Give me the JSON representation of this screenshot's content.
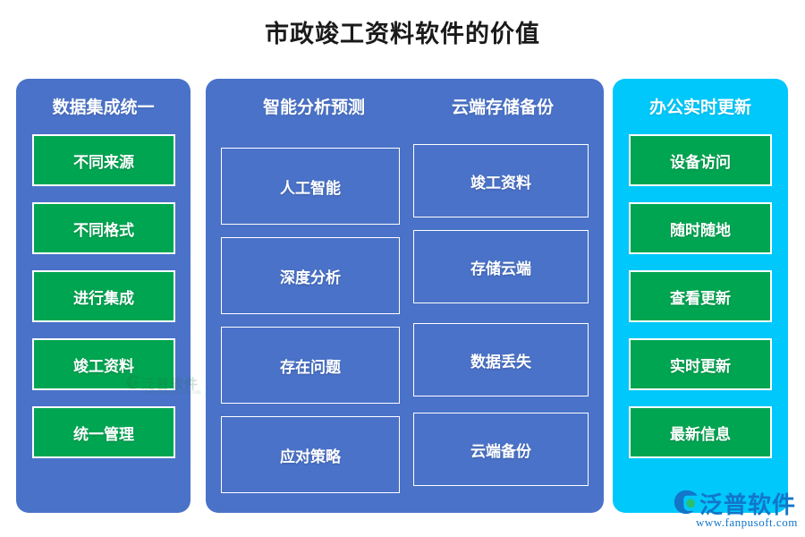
{
  "page": {
    "title": "市政竣工资料软件的价值",
    "background_color": "#ffffff",
    "title_color": "#1a1a1a"
  },
  "colors": {
    "panel_blue": "#4a72c8",
    "panel_cyan": "#00c8fa",
    "card_green": "#00a551",
    "card_border": "#ffffff",
    "text_white": "#ffffff"
  },
  "panels": [
    {
      "id": "data-integration",
      "header": "数据集成统一",
      "style": "blue",
      "columns": [
        {
          "header": "数据集成统一",
          "cards": [
            {
              "label": "不同来源"
            },
            {
              "label": "不同格式"
            },
            {
              "label": "进行集成"
            },
            {
              "label": "竣工资料"
            },
            {
              "label": "统一管理"
            }
          ]
        }
      ]
    },
    {
      "id": "analysis-and-cloud",
      "style": "blue",
      "columns": [
        {
          "header": "智能分析预测",
          "cards": [
            {
              "label": "人工智能"
            },
            {
              "label": "深度分析"
            },
            {
              "label": "存在问题"
            },
            {
              "label": "应对策略"
            }
          ]
        },
        {
          "header": "云端存储备份",
          "cards": [
            {
              "label": "竣工资料"
            },
            {
              "label": "存储云端"
            },
            {
              "label": "数据丢失"
            },
            {
              "label": "云端备份"
            }
          ]
        }
      ]
    },
    {
      "id": "realtime-update",
      "header": "办公实时更新",
      "style": "cyan",
      "columns": [
        {
          "header": "办公实时更新",
          "cards": [
            {
              "label": "设备访问"
            },
            {
              "label": "随时随地"
            },
            {
              "label": "查看更新"
            },
            {
              "label": "实时更新"
            },
            {
              "label": "最新信息"
            }
          ]
        }
      ]
    }
  ],
  "watermark": {
    "brand": "泛普软件",
    "url": "www.fanpusoft.com",
    "brand_color": "#1276c8"
  }
}
